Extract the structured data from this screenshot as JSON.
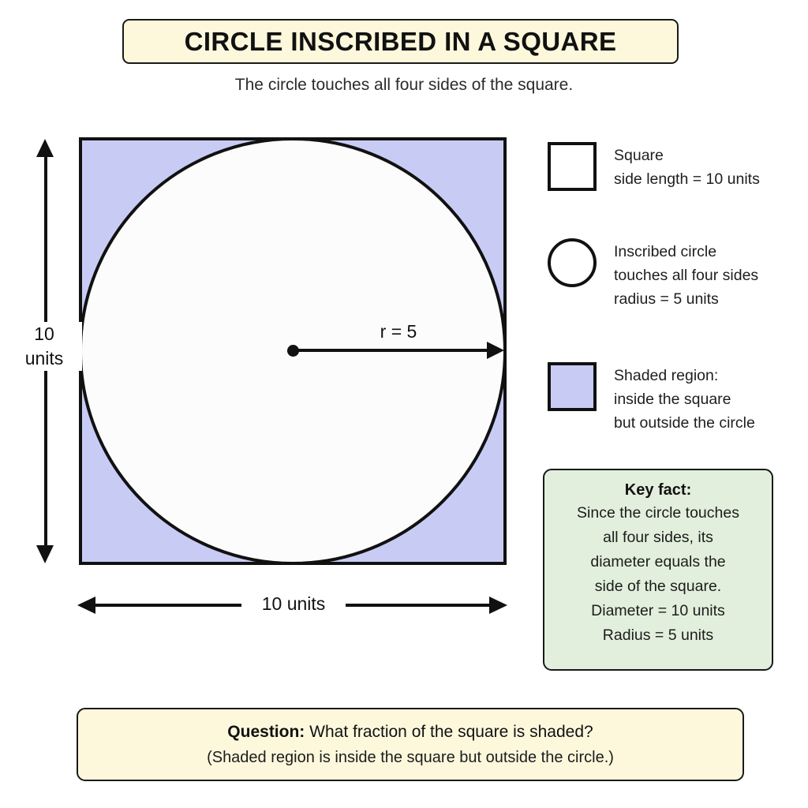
{
  "header": {
    "title": "CIRCLE INSCRIBED IN A SQUARE",
    "subtitle": "The circle touches all four sides of the square."
  },
  "figure": {
    "radius_label": "r = 5",
    "vertical_dimension_label": "10\nunits",
    "vertical_dimension_value": "10",
    "vertical_dimension_unit": "units",
    "horizontal_dimension_label": "10 units"
  },
  "legend": {
    "items": [
      {
        "marker": "square-outline",
        "line1": "Square",
        "line2": "side length = 10 units"
      },
      {
        "marker": "circle-outline",
        "line1": "Inscribed circle",
        "line2": "touches all four sides",
        "line3": "radius = 5 units"
      },
      {
        "marker": "square-shaded",
        "line1": "Shaded region:",
        "line2": "inside the square",
        "line3": "but outside the circle"
      }
    ]
  },
  "key_fact": {
    "title": "Key fact:",
    "lines": [
      "Since the circle touches",
      "all four sides, its",
      "diameter equals the",
      "side of the square.",
      "Diameter = 10 units",
      "Radius = 5 units"
    ]
  },
  "question": {
    "label": "Question:",
    "text": "What fraction of the square is shaded?",
    "note": "(Shaded region is inside the square but outside the circle.)"
  },
  "colors": {
    "shaded_region": "#C8CCF5",
    "title_box": "#FDF8DC",
    "key_fact_box": "#E2EFDC",
    "question_box": "#FDF8DC",
    "stroke": "#111111",
    "background": "#FFFFFF"
  },
  "chart_data": {
    "type": "diagram",
    "title": "CIRCLE INSCRIBED IN A SQUARE",
    "shapes": [
      {
        "name": "square",
        "side_length": 10,
        "units": "units",
        "fill": "#C8CCF5",
        "stroke": "#111111"
      },
      {
        "name": "inscribed circle",
        "radius": 5,
        "diameter": 10,
        "units": "units",
        "fill": "#FCFCFC",
        "stroke": "#111111",
        "tangent_sides": 4
      }
    ],
    "annotations": [
      "r = 5",
      "10 units",
      "10\nunits"
    ]
  }
}
